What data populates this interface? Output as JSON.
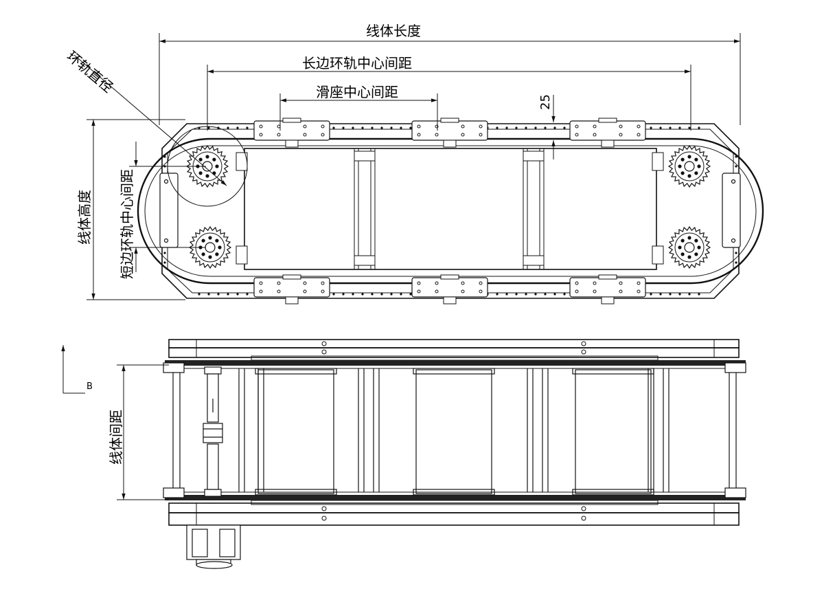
{
  "labels": {
    "line_length": "线体长度",
    "long_side_center_distance": "长边环轨中心间距",
    "slider_center_distance": "滑座中心间距",
    "ring_rail_diameter": "环轨直径",
    "line_height": "线体高度",
    "short_side_center_distance": "短边环轨中心间距",
    "gap_value": "25",
    "line_spacing": "线体间距",
    "view_marker": "B"
  },
  "colors": {
    "line": "#111111",
    "background": "#ffffff"
  }
}
